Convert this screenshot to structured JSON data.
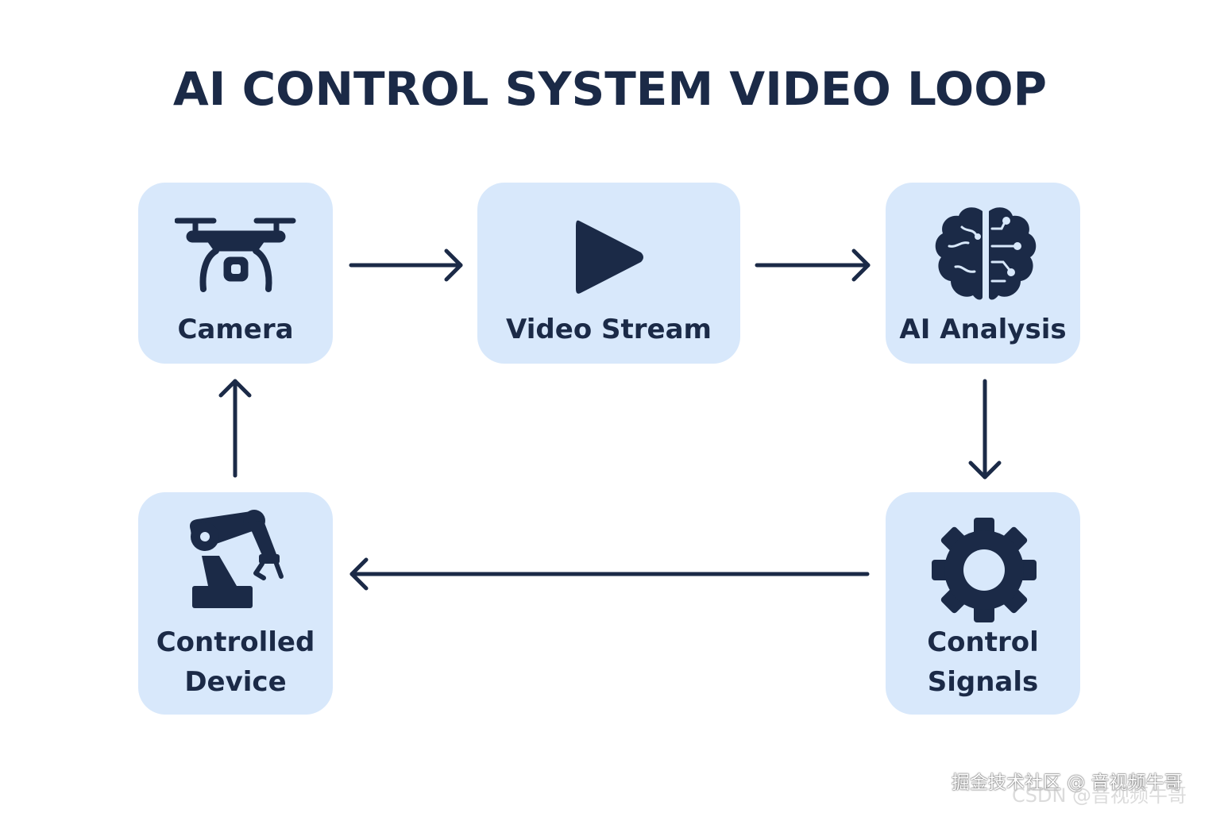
{
  "title": "AI CONTROL SYSTEM VIDEO LOOP",
  "nodes": {
    "camera": {
      "label": "Camera",
      "icon": "drone-icon"
    },
    "video_stream": {
      "label": "Video Stream",
      "icon": "play-icon"
    },
    "ai_analysis": {
      "label": "AI Analysis",
      "icon": "brain-circuit-icon"
    },
    "control_signals": {
      "label_line1": "Control",
      "label_line2": "Signals",
      "icon": "gear-icon"
    },
    "controlled_device": {
      "label_line1": "Controlled",
      "label_line2": "Device",
      "icon": "robot-arm-icon"
    }
  },
  "edges": [
    {
      "from": "Camera",
      "to": "Video Stream"
    },
    {
      "from": "Video Stream",
      "to": "AI Analysis"
    },
    {
      "from": "AI Analysis",
      "to": "Control Signals"
    },
    {
      "from": "Control Signals",
      "to": "Controlled Device"
    },
    {
      "from": "Controlled Device",
      "to": "Camera"
    }
  ],
  "watermark": {
    "line1": "掘金技术社区 @ 音视频牛哥",
    "line2": "CSDN @音视频牛哥"
  },
  "colors": {
    "ink": "#1b2a47",
    "node_fill": "#d8e8fb",
    "background": "#ffffff"
  }
}
